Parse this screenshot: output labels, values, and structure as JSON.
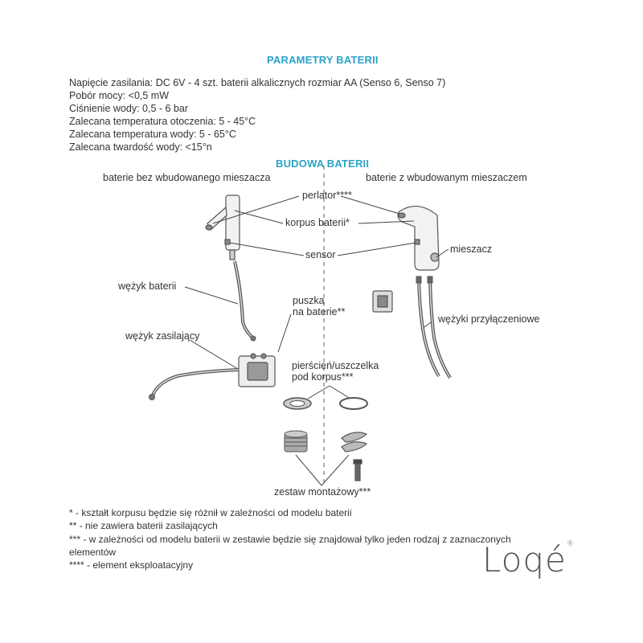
{
  "sections": {
    "params_title": "PARAMETRY BATERII",
    "build_title": "BUDOWA BATERII"
  },
  "specs": [
    "Napięcie zasilania: DC 6V - 4 szt. baterii alkalicznych rozmiar AA (Senso 6, Senso 7)",
    "Pobór mocy: <0,5 mW",
    "Ciśnienie wody: 0,5 - 6 bar",
    "Zalecana temperatura otoczenia: 5 - 45°C",
    "Zalecana temperatura wody: 5 - 65°C",
    "Zalecana twardość wody: <15°n"
  ],
  "columns": {
    "left": "baterie bez wbudowanego mieszacza",
    "right": "baterie z wbudowanym mieszaczem"
  },
  "labels": {
    "perlator": "perlator****",
    "korpus": "korpus baterii*",
    "sensor": "sensor",
    "mieszacz": "mieszacz",
    "wezyk_baterii": "wężyk baterii",
    "puszka_line1": "puszka",
    "puszka_line2": "na baterie**",
    "wezyki_przylaczeniowe": "wężyki przyłączeniowe",
    "wezyk_zasilajacy": "wężyk zasilający",
    "pierscien_line1": "pierścień/uszczelka",
    "pierscien_line2": "pod korpus***",
    "zestaw": "zestaw montażowy***"
  },
  "footnotes": [
    "* - kształt korpusu będzie się różnił w zależności od modelu baterii",
    "** - nie zawiera baterii zasilających",
    "*** - w zależności od modelu baterii w zestawie będzie się znajdował tylko jeden rodzaj z zaznaczonych",
    "elementów",
    "**** - element eksploatacyjny"
  ],
  "logo": {
    "text": "Loqé",
    "mark": "®"
  },
  "colors": {
    "heading": "#2aa3c9",
    "text": "#333333",
    "line": "#444444"
  }
}
